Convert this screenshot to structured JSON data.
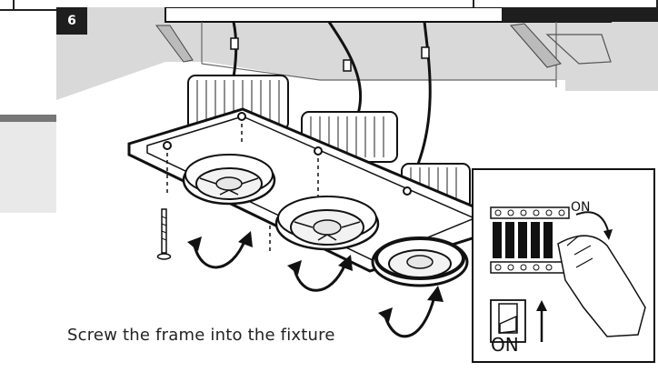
{
  "step": {
    "number": "6"
  },
  "caption": "Screw the frame into the fixture",
  "inset": {
    "breaker_label": "ON",
    "switch_label": "ON"
  },
  "colors": {
    "badge": "#1e1e1e",
    "ceiling": "#d9d9d9",
    "lines": "#111111",
    "lens": "#e6e6e6"
  }
}
